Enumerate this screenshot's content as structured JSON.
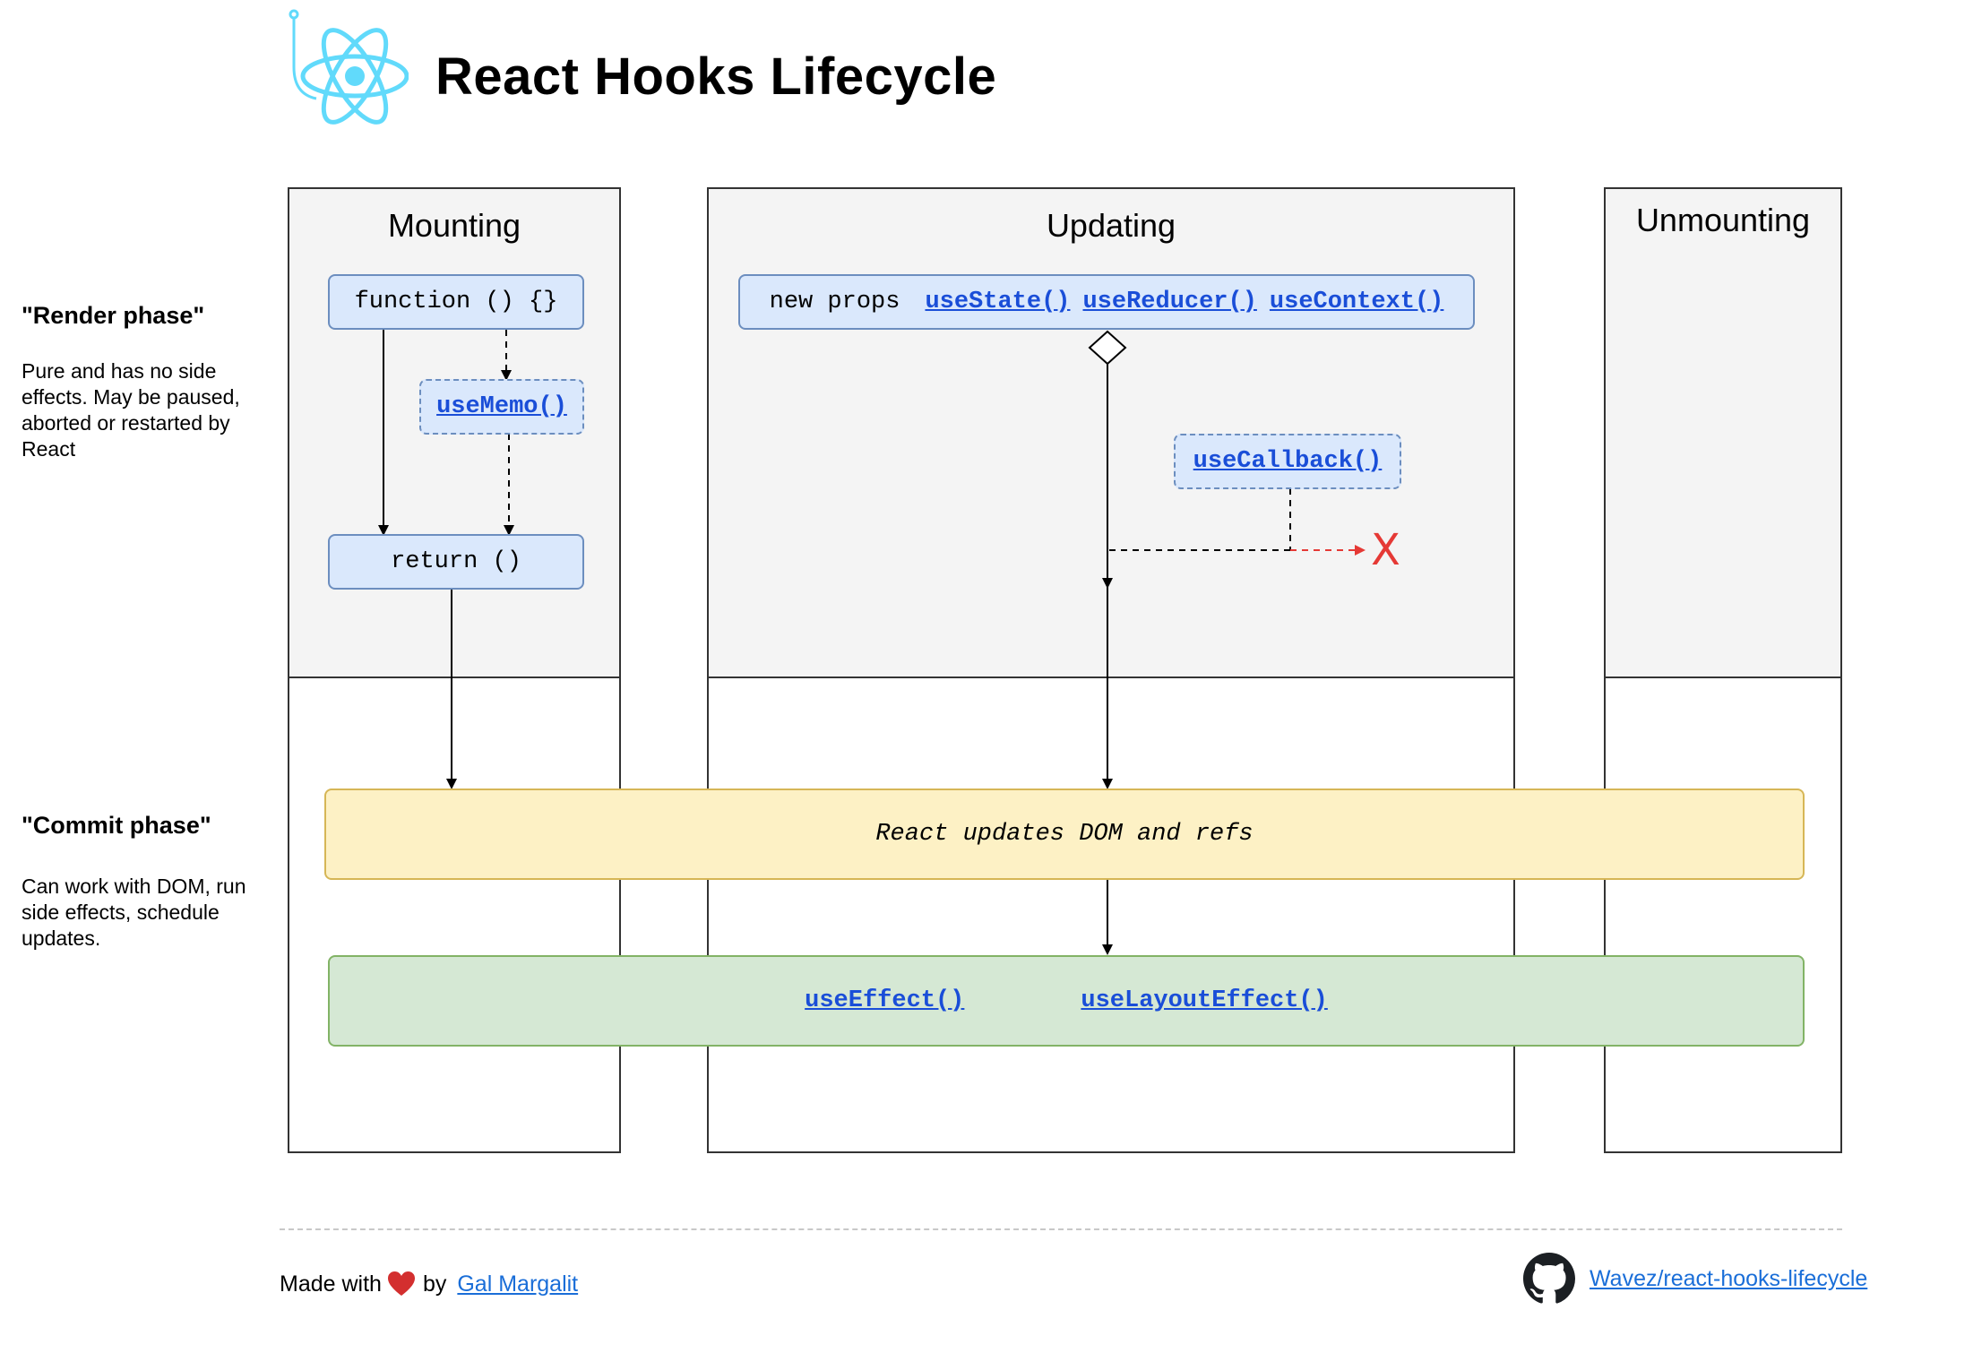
{
  "header": {
    "title": "React Hooks Lifecycle"
  },
  "phases": {
    "render": {
      "title": "\"Render phase\"",
      "description": "Pure and has no side effects. May be paused, aborted or restarted by React"
    },
    "commit": {
      "title": "\"Commit phase\"",
      "description": "Can work with DOM, run side effects, schedule updates."
    }
  },
  "columns": {
    "mounting": {
      "title": "Mounting"
    },
    "updating": {
      "title": "Updating"
    },
    "unmounting": {
      "title": "Unmounting"
    }
  },
  "mounting": {
    "function_box": "function () {}",
    "use_memo": "useMemo()",
    "return_box": "return ()"
  },
  "updating": {
    "new_props": "new props",
    "use_state": "useState()",
    "use_reducer": "useReducer()",
    "use_context": "useContext()",
    "use_callback": "useCallback()",
    "cancel_mark": "X"
  },
  "commit": {
    "dom_update": "React updates DOM and refs",
    "use_effect": "useEffect()",
    "use_layout_effect": "useLayoutEffect()"
  },
  "footer": {
    "made_with": "Made with",
    "by": "by",
    "author": "Gal Margalit",
    "repo": "Wavez/react-hooks-lifecycle"
  },
  "colors": {
    "react_logo": "#61dafb",
    "hook_link": "#1a4ed8",
    "render_box": "#dae8fc",
    "commit_box": "#fdf1c5",
    "effect_box": "#d5e8d4",
    "cancel": "#e53935",
    "heart": "#d32f2f"
  },
  "icons": {
    "logo": "react-atom-icon",
    "heart": "heart-icon",
    "github": "github-icon",
    "cancel": "cross-icon"
  }
}
